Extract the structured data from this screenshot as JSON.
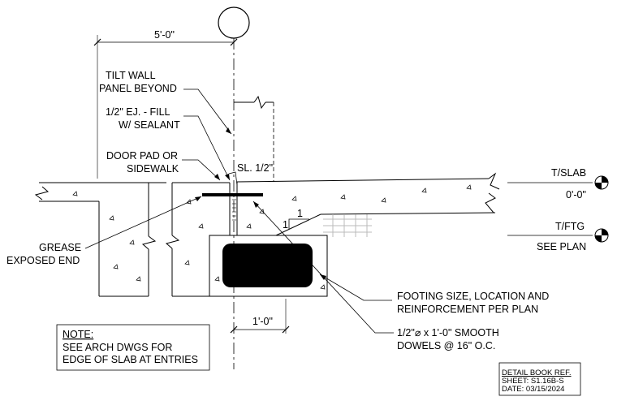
{
  "labels": {
    "dim_top": "5'-0\"",
    "dim_bottom": "1'-0\"",
    "tilt_wall_l1": "TILT WALL",
    "tilt_wall_l2": "PANEL BEYOND",
    "ej_l1": "1/2\" EJ. - FILL",
    "ej_l2": "W/ SEALANT",
    "door_pad_l1": "DOOR PAD OR",
    "door_pad_l2": "SIDEWALK",
    "slope": "SL. 1/2\"",
    "grease_l1": "GREASE",
    "grease_l2": "EXPOSED END",
    "slope_ratio_v": "1",
    "slope_ratio_h": "1",
    "footing_l1": "FOOTING SIZE, LOCATION AND",
    "footing_l2": "REINFORCEMENT PER PLAN",
    "dowels_l1": "1/2\"⌀ x 1'-0\" SMOOTH",
    "dowels_l2": "DOWELS @ 16\" O.C."
  },
  "elevations": {
    "slab_name": "T/SLAB",
    "slab_value": "0'-0\"",
    "ftg_name": "T/FTG",
    "ftg_value": "SEE PLAN"
  },
  "note": {
    "title": "NOTE:",
    "line1": "SEE ARCH DWGS FOR",
    "line2": "EDGE OF SLAB AT ENTRIES"
  },
  "titleblock": {
    "ref": "DETAIL BOOK REF.",
    "sheet": "SHEET: S1.16B-S",
    "date": "DATE: 03/15/2024"
  }
}
